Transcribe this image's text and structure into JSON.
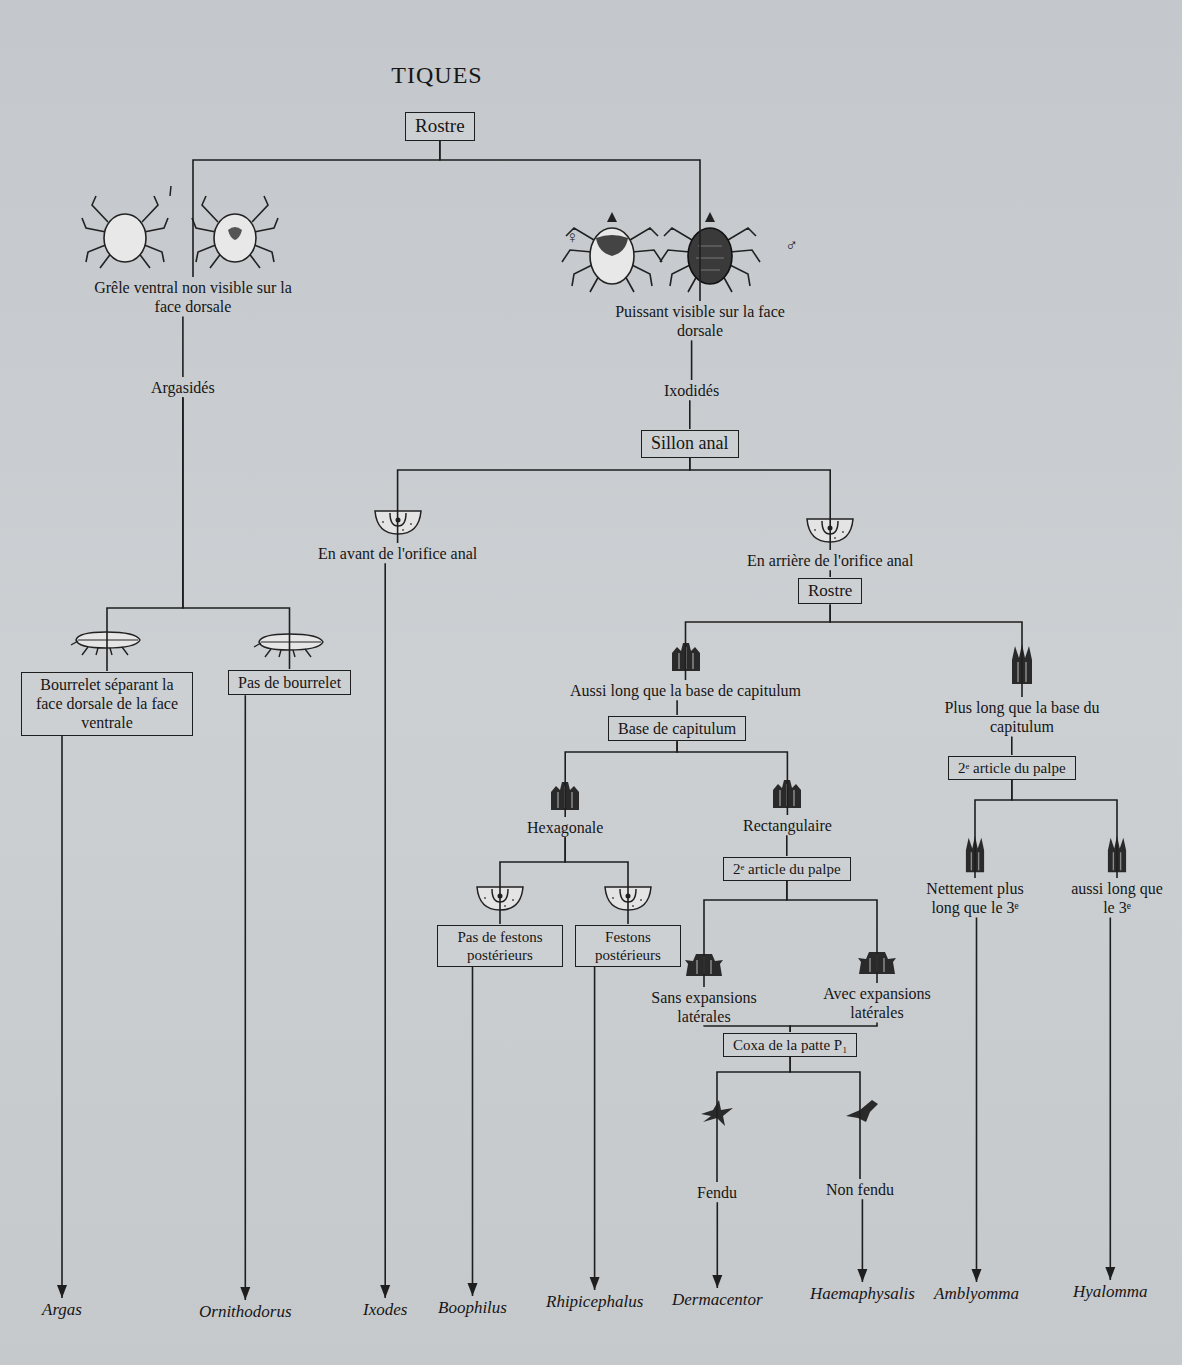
{
  "diagram": {
    "title": "TIQUES",
    "nodes": [
      {
        "text": [
          "Rostre"
        ]
      },
      {
        "text": [
          "Grêle ventral non visible sur la face dorsale"
        ]
      },
      {
        "text": [
          "Puissant visible sur la face dorsale"
        ]
      },
      {
        "text": [
          "Argasidés"
        ]
      },
      {
        "text": [
          "Ixodidés"
        ]
      },
      {
        "text": [
          "Sillon anal"
        ]
      },
      {
        "text": [
          "En avant de l'orifice anal"
        ]
      },
      {
        "text": [
          "En arrière de l'orifice anal"
        ]
      },
      {
        "text": [
          "Bourrelet séparant la face dorsale de la face ventrale"
        ]
      },
      {
        "text": [
          "Pas de bourrelet"
        ]
      },
      {
        "text": [
          "Rostre"
        ]
      },
      {
        "text": [
          "Aussi long que la base de capitulum"
        ]
      },
      {
        "text": [
          "Plus long que la base du capitulum"
        ]
      },
      {
        "text": [
          "Base de capitulum"
        ]
      },
      {
        "text": [
          "2ᵉ article du palpe"
        ]
      },
      {
        "text": [
          "Hexagonale"
        ]
      },
      {
        "text": [
          "Rectangulaire"
        ]
      },
      {
        "text": [
          "Pas de festons postérieurs"
        ]
      },
      {
        "text": [
          "Festons postérieurs"
        ]
      },
      {
        "text": [
          "2ᵉ article du palpe"
        ]
      },
      {
        "text": [
          "Sans expansions latérales"
        ]
      },
      {
        "text": [
          "Avec expansions latérales"
        ]
      },
      {
        "text": [
          "Coxa de la patte P₁"
        ]
      },
      {
        "text": [
          "Fendu"
        ]
      },
      {
        "text": [
          "Non fendu"
        ]
      },
      {
        "text": [
          "Nettement plus long que le 3ᵉ"
        ]
      },
      {
        "text": [
          "aussi long que le 3ᵉ"
        ]
      },
      {
        "text": [
          "Argas"
        ]
      },
      {
        "text": [
          "Ornithodorus"
        ]
      },
      {
        "text": [
          "Ixodes"
        ]
      },
      {
        "text": [
          "Boophilus"
        ]
      },
      {
        "text": [
          "Rhipicephalus"
        ]
      },
      {
        "text": [
          "Dermacentor"
        ]
      },
      {
        "text": [
          "Haemaphysalis"
        ]
      },
      {
        "text": [
          "Amblyomma"
        ]
      },
      {
        "text": [
          "Hyalomma"
        ]
      }
    ],
    "edges": [
      {
        "from": 0,
        "to": 1,
        "arrow": "none"
      },
      {
        "from": 0,
        "to": 2,
        "arrow": "none"
      },
      {
        "from": 1,
        "to": 3,
        "arrow": "none"
      },
      {
        "from": 2,
        "to": 4,
        "arrow": "none"
      },
      {
        "from": 4,
        "to": 5,
        "arrow": "none"
      },
      {
        "from": 5,
        "to": 6,
        "arrow": "none"
      },
      {
        "from": 5,
        "to": 7,
        "arrow": "none"
      },
      {
        "from": 3,
        "to": 8,
        "arrow": "none"
      },
      {
        "from": 3,
        "to": 9,
        "arrow": "none"
      },
      {
        "from": 8,
        "to": 27,
        "arrow": "to"
      },
      {
        "from": 9,
        "to": 28,
        "arrow": "to"
      },
      {
        "from": 6,
        "to": 29,
        "arrow": "to"
      },
      {
        "from": 7,
        "to": 10,
        "arrow": "none"
      },
      {
        "from": 10,
        "to": 11,
        "arrow": "none"
      },
      {
        "from": 10,
        "to": 12,
        "arrow": "none"
      },
      {
        "from": 11,
        "to": 13,
        "arrow": "none"
      },
      {
        "from": 13,
        "to": 15,
        "arrow": "none"
      },
      {
        "from": 13,
        "to": 16,
        "arrow": "none"
      },
      {
        "from": 15,
        "to": 17,
        "arrow": "none"
      },
      {
        "from": 15,
        "to": 18,
        "arrow": "none"
      },
      {
        "from": 17,
        "to": 30,
        "arrow": "to"
      },
      {
        "from": 18,
        "to": 31,
        "arrow": "to"
      },
      {
        "from": 16,
        "to": 19,
        "arrow": "none"
      },
      {
        "from": 19,
        "to": 20,
        "arrow": "none"
      },
      {
        "from": 19,
        "to": 21,
        "arrow": "none"
      },
      {
        "from": 20,
        "to": 22,
        "arrow": "none"
      },
      {
        "from": 21,
        "to": 22,
        "arrow": "none"
      },
      {
        "from": 22,
        "to": 23,
        "arrow": "none"
      },
      {
        "from": 22,
        "to": 24,
        "arrow": "none"
      },
      {
        "from": 23,
        "to": 32,
        "arrow": "to"
      },
      {
        "from": 24,
        "to": 33,
        "arrow": "to"
      },
      {
        "from": 12,
        "to": 14,
        "arrow": "none"
      },
      {
        "from": 14,
        "to": 25,
        "arrow": "none"
      },
      {
        "from": 14,
        "to": 26,
        "arrow": "none"
      },
      {
        "from": 25,
        "to": 34,
        "arrow": "to"
      },
      {
        "from": 26,
        "to": 35,
        "arrow": "to"
      }
    ],
    "labels": [
      "♀",
      "♂"
    ]
  }
}
